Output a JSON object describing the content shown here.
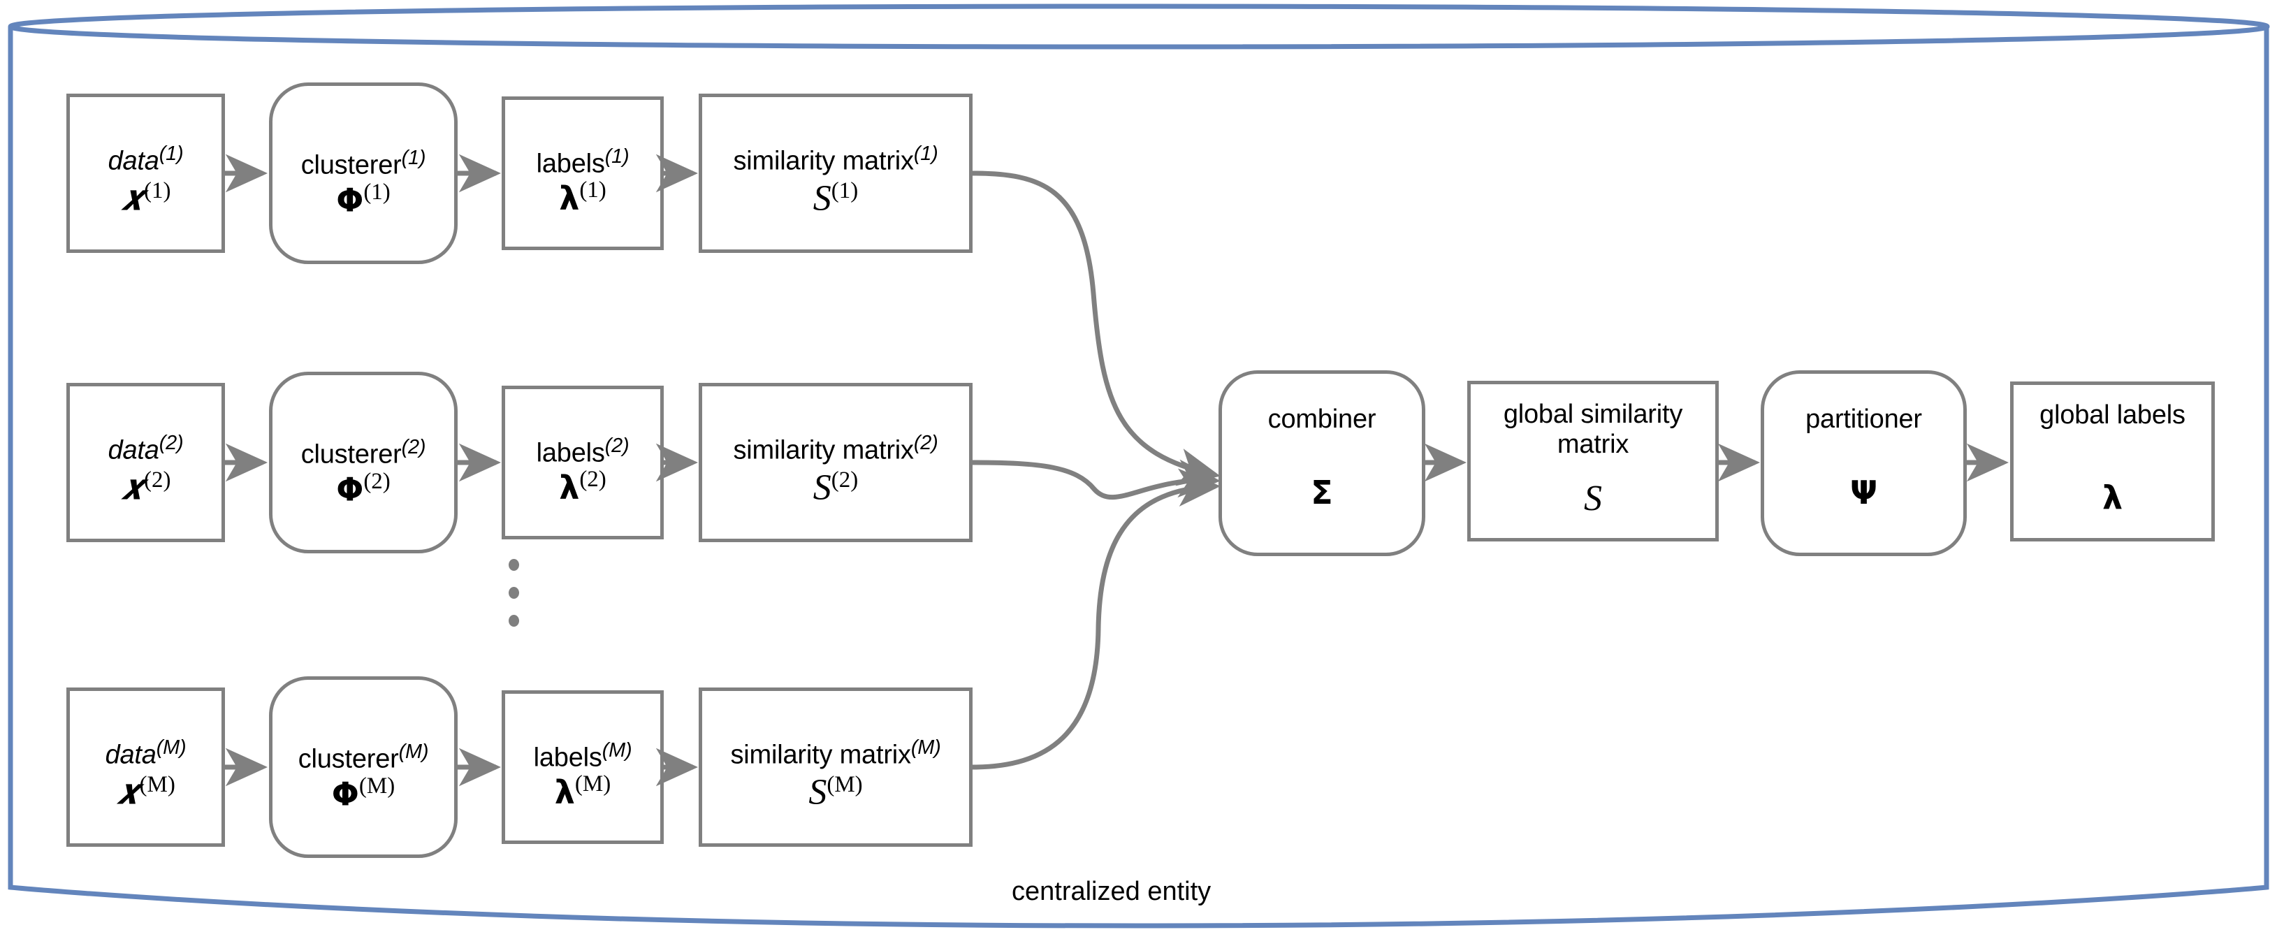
{
  "diagram": {
    "title_caption": "centralized entity",
    "container": {
      "shape": "cylinder",
      "stroke_color": "#6385bc"
    },
    "node_stroke_color": "#808080",
    "arrow_color": "#808080",
    "ellipsis": "vertical-three-dots",
    "branches": [
      {
        "index": "(1)",
        "data": {
          "title": "data",
          "title_sup": "(1)",
          "symbol": "𝒙",
          "symbol_sup": "(1)"
        },
        "clusterer": {
          "title": "clusterer",
          "title_sup": "(1)",
          "symbol": "Φ",
          "symbol_sup": "(1)"
        },
        "labels": {
          "title": "labels",
          "title_sup": "(1)",
          "symbol": "λ",
          "symbol_sup": "(1)"
        },
        "similarity": {
          "title": "similarity matrix",
          "title_sup": "(1)",
          "symbol": "S",
          "symbol_sup": "(1)"
        }
      },
      {
        "index": "(2)",
        "data": {
          "title": "data",
          "title_sup": "(2)",
          "symbol": "𝒙",
          "symbol_sup": "(2)"
        },
        "clusterer": {
          "title": "clusterer",
          "title_sup": "(2)",
          "symbol": "Φ",
          "symbol_sup": "(2)"
        },
        "labels": {
          "title": "labels",
          "title_sup": "(2)",
          "symbol": "λ",
          "symbol_sup": "(2)"
        },
        "similarity": {
          "title": "similarity matrix",
          "title_sup": "(2)",
          "symbol": "S",
          "symbol_sup": "(2)"
        }
      },
      {
        "index": "(M)",
        "data": {
          "title": "data",
          "title_sup": "(M)",
          "symbol": "𝒙",
          "symbol_sup": "(M)"
        },
        "clusterer": {
          "title": "clusterer",
          "title_sup": "(M)",
          "symbol": "Φ",
          "symbol_sup": "(M)"
        },
        "labels": {
          "title": "labels",
          "title_sup": "(M)",
          "symbol": "λ",
          "symbol_sup": "(M)"
        },
        "similarity": {
          "title": "similarity matrix",
          "title_sup": "(M)",
          "symbol": "S",
          "symbol_sup": "(M)"
        }
      }
    ],
    "aggregation": {
      "combiner": {
        "title": "combiner",
        "symbol": "Σ"
      },
      "global_similarity": {
        "title": "global similarity\nmatrix",
        "symbol": "S"
      },
      "partitioner": {
        "title": "partitioner",
        "symbol": "Ψ"
      },
      "global_labels": {
        "title": "global labels",
        "symbol": "λ"
      }
    }
  }
}
